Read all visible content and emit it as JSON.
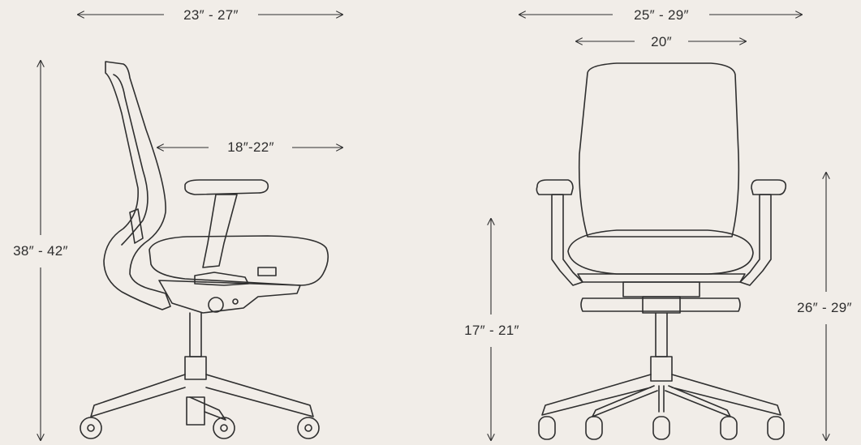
{
  "colors": {
    "background": "#f1ede8",
    "line": "#2f2f2f"
  },
  "dimensions": {
    "side_depth": "23″ - 27″",
    "side_seat_depth": "18″-22″",
    "side_height": "38″ - 42″",
    "front_width": "25″ - 29″",
    "front_back_width": "20″",
    "front_seat_height": "17″ - 21″",
    "front_arm_height": "26″ - 29″"
  }
}
